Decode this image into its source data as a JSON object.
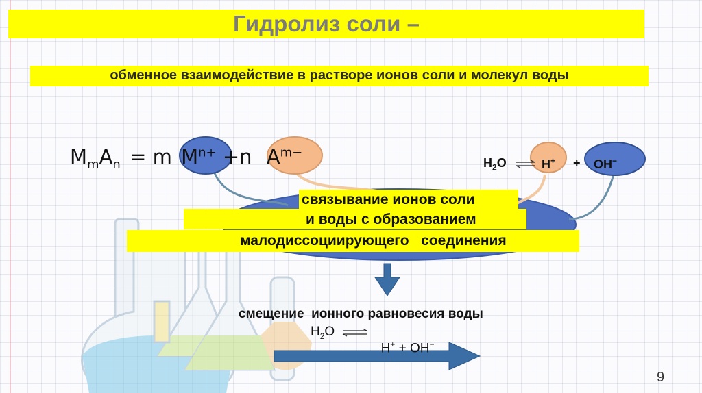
{
  "title": "Гидролиз соли –",
  "definition": "обменное взаимодействие в растворе ионов соли и молекул воды",
  "equation": {
    "lhs_m": "M",
    "lhs_m_sub": "m",
    "lhs_a": "A",
    "lhs_a_sub": "n",
    "eq_sign": "=",
    "coef_m": "m",
    "cation": "M",
    "cation_sup": "n+",
    "plus": "+",
    "coef_n": "n",
    "anion": "A",
    "anion_sup": "m−"
  },
  "water_top": {
    "h2o": "H",
    "h2o_sub": "2",
    "o": "O",
    "h": "H",
    "h_sup": "+",
    "plus": "+",
    "oh": "OH",
    "oh_sup": "−"
  },
  "center_lines": [
    "связывание ионов соли",
    "и воды с образованием",
    "малодиссоциирующего   соединения"
  ],
  "shift_title": "смещение  ионного равновесия воды",
  "shift_eq": {
    "h2o": "H",
    "h2o_sub": "2",
    "o": "O",
    "rhs": "H",
    "h_sup": "+",
    "plus": " + OH",
    "oh_sup": "−"
  },
  "page_number": "9",
  "colors": {
    "highlight": "#ffff00",
    "ellipse": "#4f6fc1",
    "cation_oval": "#5577c9",
    "anion_oval": "#f5b98a",
    "arrow": "#3a6ea5"
  }
}
